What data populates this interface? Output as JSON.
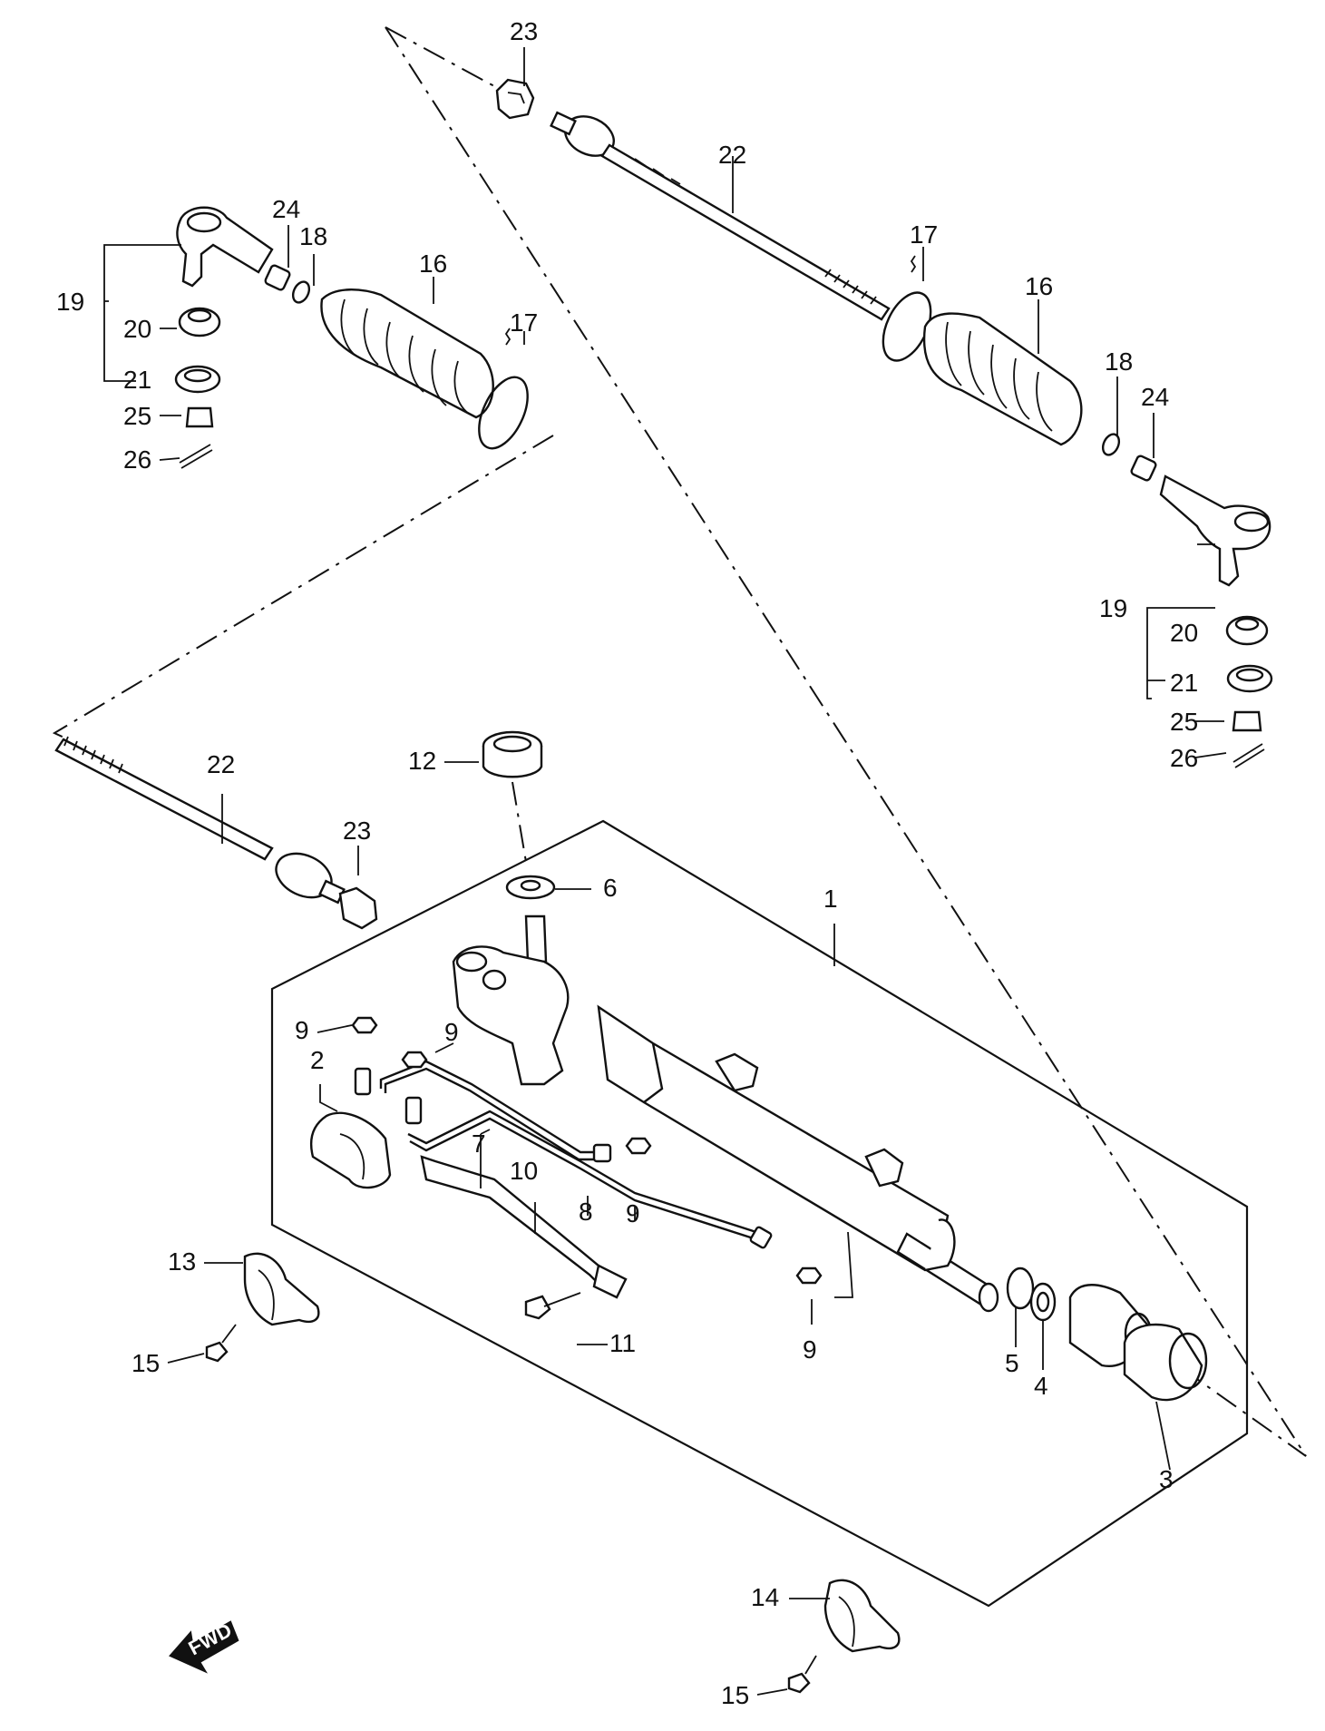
{
  "callouts": {
    "c1": "1",
    "c2": "2",
    "c3": "3",
    "c4": "4",
    "c5": "5",
    "c6": "6",
    "c7": "7",
    "c8": "8",
    "c9a": "9",
    "c9b": "9",
    "c9c": "9",
    "c9d": "9",
    "c10": "10",
    "c11": "11",
    "c12": "12",
    "c13": "13",
    "c14": "14",
    "c15a": "15",
    "c15b": "15",
    "c16l": "16",
    "c16r": "16",
    "c17l": "17",
    "c17r": "17",
    "c18l": "18",
    "c18r": "18",
    "c19l": "19",
    "c19r": "19",
    "c20l": "20",
    "c20r": "20",
    "c21l": "21",
    "c21r": "21",
    "c22t": "22",
    "c22b": "22",
    "c23t": "23",
    "c23b": "23",
    "c24l": "24",
    "c24r": "24",
    "c25l": "25",
    "c25r": "25",
    "c26l": "26",
    "c26r": "26"
  },
  "fwd_label": "FWD",
  "icons": {
    "fwd": "fwd-arrow-icon"
  },
  "colors": {
    "ink": "#111111",
    "paper": "#ffffff"
  }
}
